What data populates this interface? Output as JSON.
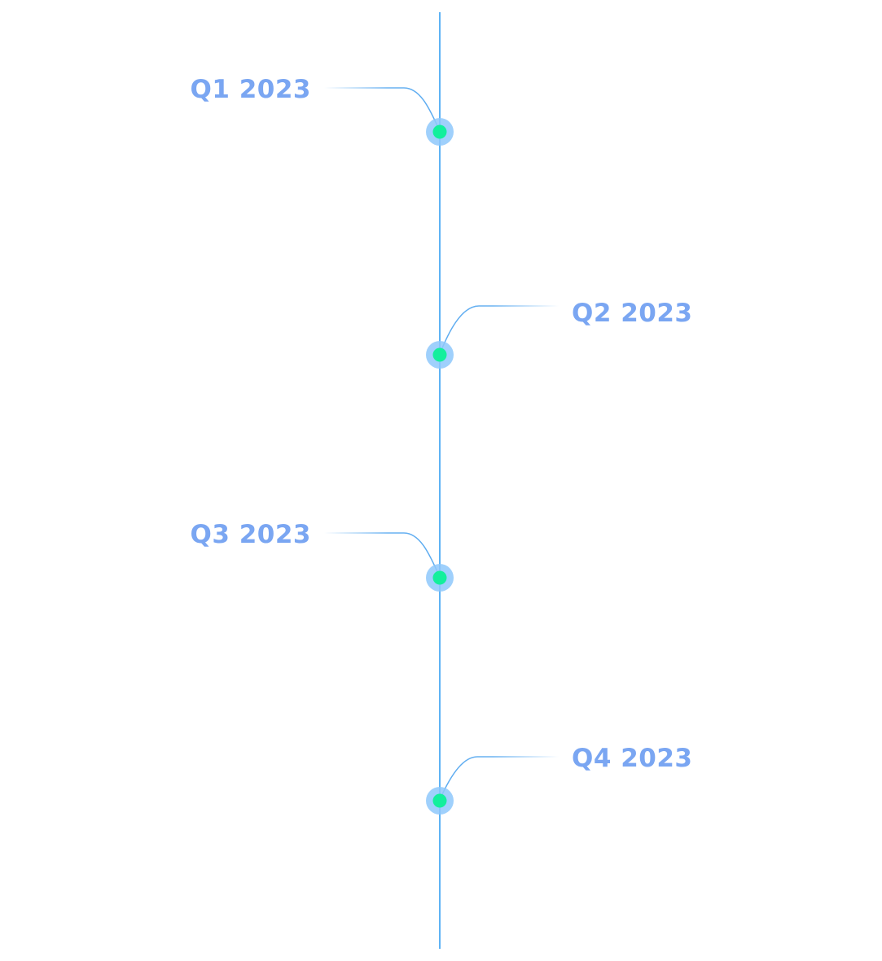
{
  "colors": {
    "spine": "#5fb3f5",
    "label": "#7aa6f2",
    "connector": "#5aaaf0",
    "halo": "#8ec8fb",
    "dot": "#13ef9c"
  },
  "milestones": [
    {
      "label": "Q1 2023",
      "side": "left"
    },
    {
      "label": "Q2 2023",
      "side": "right"
    },
    {
      "label": "Q3 2023",
      "side": "left"
    },
    {
      "label": "Q4 2023",
      "side": "right"
    }
  ]
}
